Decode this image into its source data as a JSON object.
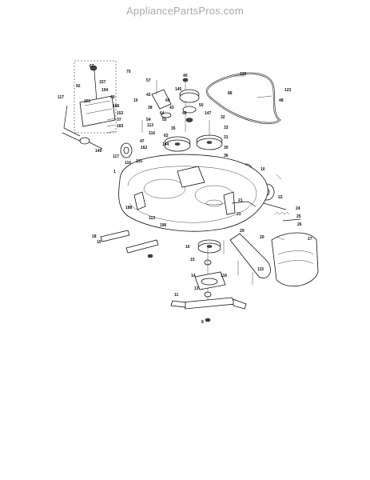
{
  "header": {
    "watermark": "AppliancePartsPros.com"
  },
  "callouts": [
    "67",
    "70",
    "92",
    "117",
    "194",
    "151",
    "157",
    "186",
    "152",
    "37",
    "183",
    "149",
    "40",
    "145",
    "57",
    "42",
    "60",
    "10",
    "43",
    "38",
    "54",
    "64",
    "55",
    "50",
    "40",
    "147",
    "32",
    "35",
    "113",
    "116",
    "47",
    "162",
    "144",
    "33",
    "31",
    "30",
    "36",
    "117",
    "116",
    "115",
    "1",
    "188",
    "113",
    "21",
    "196",
    "22",
    "24",
    "25",
    "26",
    "18",
    "19",
    "21",
    "20",
    "27",
    "16",
    "15",
    "14",
    "116",
    "115",
    "13",
    "11",
    "8",
    "88",
    "122",
    "123",
    "48",
    "49",
    "62",
    "29",
    "10"
  ]
}
